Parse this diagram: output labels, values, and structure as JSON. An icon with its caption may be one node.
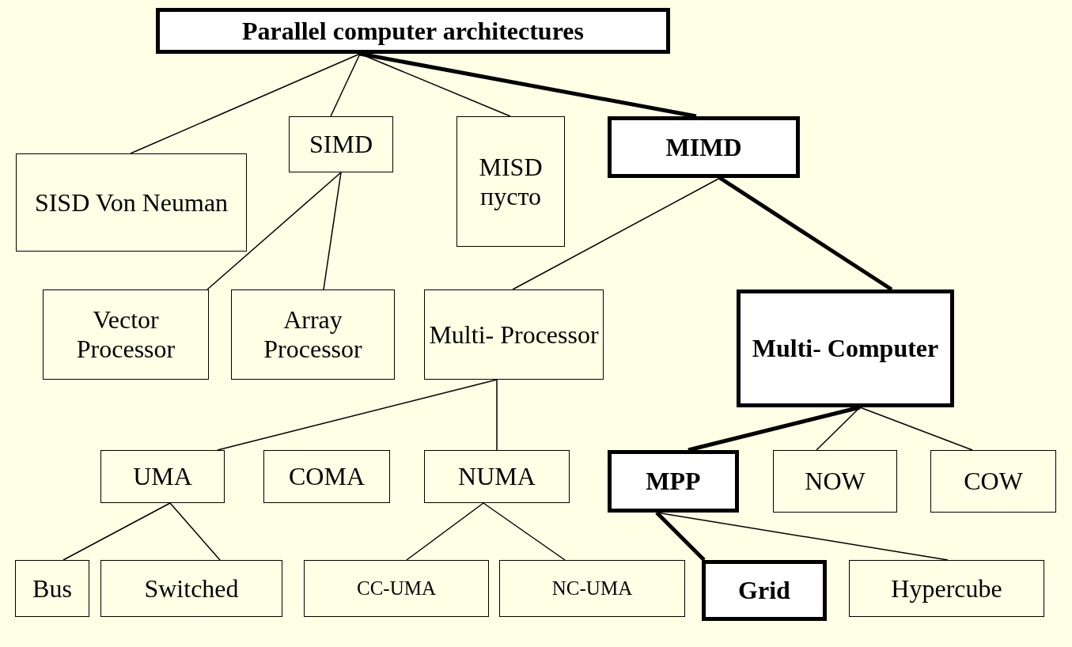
{
  "diagram": {
    "nodes": [
      {
        "text": [
          "Parallel computer architectures"
        ]
      },
      {
        "text": [
          "SISD Von Neuman"
        ]
      },
      {
        "text": [
          "SIMD"
        ]
      },
      {
        "text": [
          "MISD пусто"
        ]
      },
      {
        "text": [
          "MIMD"
        ]
      },
      {
        "text": [
          "Vector Processor"
        ]
      },
      {
        "text": [
          "Array Processor"
        ]
      },
      {
        "text": [
          "Multi- Processor"
        ]
      },
      {
        "text": [
          "Multi- Computer"
        ]
      },
      {
        "text": [
          "UMA"
        ]
      },
      {
        "text": [
          "COMA"
        ]
      },
      {
        "text": [
          "NUMA"
        ]
      },
      {
        "text": [
          "MPP"
        ]
      },
      {
        "text": [
          "NOW"
        ]
      },
      {
        "text": [
          "COW"
        ]
      },
      {
        "text": [
          "Bus"
        ]
      },
      {
        "text": [
          "Switched"
        ]
      },
      {
        "text": [
          "CC-UMA"
        ]
      },
      {
        "text": [
          "NC-UMA"
        ]
      },
      {
        "text": [
          "Grid"
        ]
      },
      {
        "text": [
          "Hypercube"
        ]
      }
    ],
    "edges": [
      {
        "from": 0,
        "to": 1,
        "arrow": "none"
      },
      {
        "from": 0,
        "to": 2,
        "arrow": "none"
      },
      {
        "from": 0,
        "to": 3,
        "arrow": "none"
      },
      {
        "from": 0,
        "to": 4,
        "arrow": "none",
        "style": "thick"
      },
      {
        "from": 2,
        "to": 5,
        "arrow": "none"
      },
      {
        "from": 2,
        "to": 6,
        "arrow": "none"
      },
      {
        "from": 4,
        "to": 7,
        "arrow": "none"
      },
      {
        "from": 4,
        "to": 8,
        "arrow": "none",
        "style": "thick"
      },
      {
        "from": 7,
        "to": 9,
        "arrow": "none"
      },
      {
        "from": 7,
        "to": 11,
        "arrow": "none"
      },
      {
        "from": 8,
        "to": 12,
        "arrow": "none",
        "style": "thick"
      },
      {
        "from": 8,
        "to": 13,
        "arrow": "none"
      },
      {
        "from": 8,
        "to": 14,
        "arrow": "none"
      },
      {
        "from": 9,
        "to": 15,
        "arrow": "none"
      },
      {
        "from": 9,
        "to": 16,
        "arrow": "none"
      },
      {
        "from": 11,
        "to": 17,
        "arrow": "none"
      },
      {
        "from": 11,
        "to": 18,
        "arrow": "none"
      },
      {
        "from": 12,
        "to": 19,
        "arrow": "none",
        "style": "thick"
      },
      {
        "from": 12,
        "to": 20,
        "arrow": "none"
      }
    ]
  }
}
